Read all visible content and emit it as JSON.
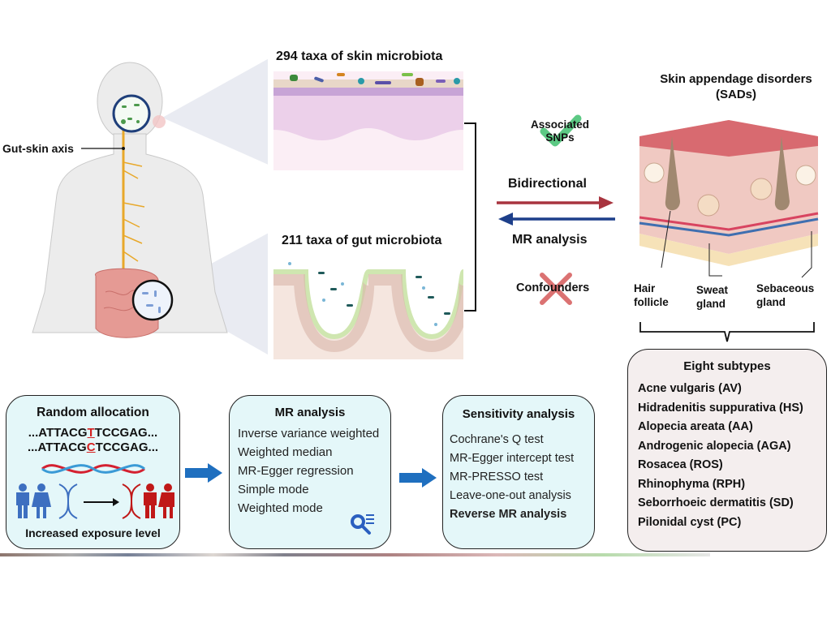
{
  "body_panel": {
    "gut_skin_axis_label": "Gut-skin axis"
  },
  "skin_panel": {
    "title": "294 taxa of skin microbiota"
  },
  "gut_panel": {
    "title": "211 taxa of gut microbiota"
  },
  "middle": {
    "associated_snps": "Associated SNPs",
    "bidirectional": "Bidirectional",
    "mr_analysis": "MR analysis",
    "confounders": "Confounders"
  },
  "sads": {
    "title_line1": "Skin appendage disorders",
    "title_line2": "(SADs)",
    "labels": {
      "hair_follicle": [
        "Hair",
        "follicle"
      ],
      "sweat_gland": [
        "Sweat",
        "gland"
      ],
      "sebaceous_gland": [
        "Sebaceous",
        "gland"
      ]
    }
  },
  "random_allocation": {
    "title": "Random allocation",
    "seq1_prefix": "...ATTACG",
    "seq1_variant": "T",
    "seq1_suffix": "TCCGAG...",
    "seq2_prefix": "...ATTACG",
    "seq2_variant": "C",
    "seq2_suffix": "TCCGAG...",
    "footer": "Increased exposure level"
  },
  "mr_box": {
    "title": "MR analysis",
    "methods": [
      "Inverse variance weighted",
      "Weighted median",
      "MR-Egger regression",
      "Simple mode",
      "Weighted mode"
    ]
  },
  "sensitivity_box": {
    "title": "Sensitivity analysis",
    "tests": [
      "Cochrane's Q test",
      "MR-Egger intercept test",
      "MR-PRESSO test",
      "Leave-one-out analysis"
    ],
    "bold_item": "Reverse MR analysis"
  },
  "subtypes_box": {
    "title": "Eight subtypes",
    "items": [
      "Acne vulgaris (AV)",
      "Hidradenitis suppurativa (HS)",
      "Alopecia areata (AA)",
      "Androgenic alopecia (AGA)",
      "Rosacea (ROS)",
      "Rhinophyma (RPH)",
      "Seborrhoeic dermatitis (SD)",
      "Pilonidal cyst (PC)"
    ]
  },
  "colors": {
    "forward_arrow": "#a8343f",
    "reverse_arrow": "#1d3f8a",
    "flow_arrow": "#1f6fbf",
    "check": "#3fbf6f",
    "cross": "#d55a5a",
    "box_cyan": "#e4f7f9",
    "box_rose": "#f4eeee"
  }
}
